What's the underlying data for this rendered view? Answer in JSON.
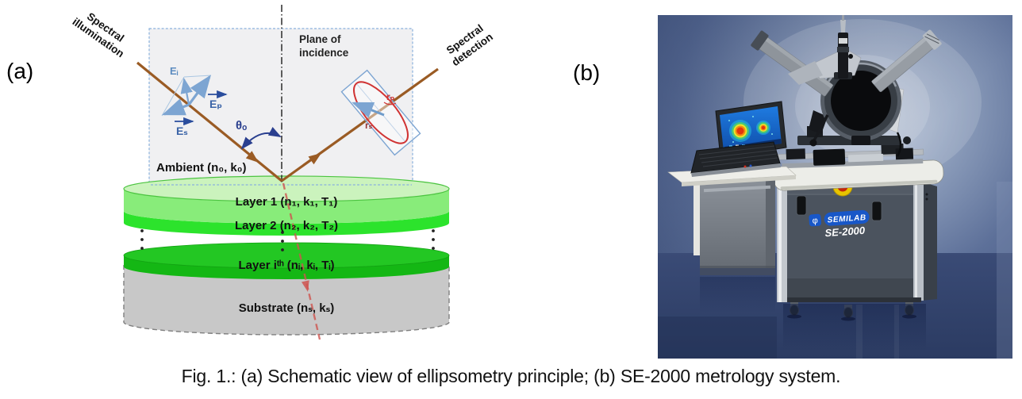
{
  "figure": {
    "panel_a_label": "(a)",
    "panel_b_label": "(b)",
    "caption": "Fig. 1.: (a) Schematic view of ellipsometry principle; (b) SE-2000 metrology system."
  },
  "schematic": {
    "spectral_illumination": {
      "line1": "Spectral",
      "line2": "illumination"
    },
    "spectral_detection": {
      "line1": "Spectral",
      "line2": "detection"
    },
    "plane_of_incidence": {
      "line1": "Plane of",
      "line2": "incidence"
    },
    "ambient_label": "Ambient (n₀, k₀)",
    "incident_angle_label": "θₒ",
    "e_field": {
      "incident": "Eᵢ",
      "p_component": "Eₚ",
      "s_component": "Eₛ"
    },
    "reflection_coefficients": {
      "p": "rₚ",
      "s": "rₛ"
    },
    "layers": [
      {
        "label": "Layer 1 (n₁, k₁, T₁)",
        "color": "#88ec7a"
      },
      {
        "label": "Layer 2 (n₂, k₂, T₂)",
        "color": "#2ce32c"
      },
      {
        "label": "Layer iᵗʰ (nᵢ, kᵢ, Tᵢ)",
        "color": "#14b714"
      },
      {
        "label": "Substrate (nₛ, kₛ)",
        "color": "#c8c8c8"
      }
    ],
    "colors": {
      "beam": "#9a5b24",
      "refracted_beam": "#cf5450",
      "field_vectors": "#7da5d2",
      "angle_arrow": "#2a3f8f",
      "polarization_ellipse": "#d03434"
    }
  },
  "photo": {
    "brand": "SEMILAB",
    "brand_symbol": "φ",
    "model": "SE-2000",
    "colors": {
      "background_blue": "#5d7099",
      "brand_blue": "#1857c8",
      "estop_yellow": "#e8c400",
      "estop_red": "#c42708"
    }
  }
}
